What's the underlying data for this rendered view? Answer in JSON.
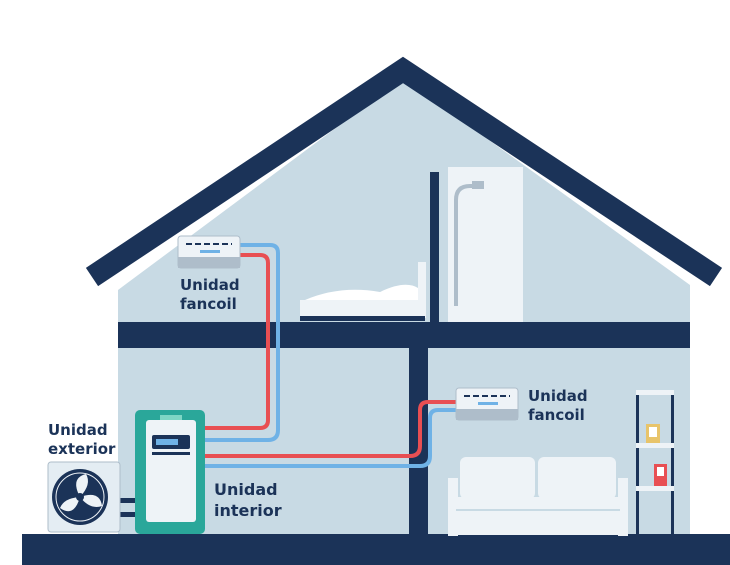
{
  "labels": {
    "fancoil_upper": {
      "line1": "Unidad",
      "line2": "fancoil"
    },
    "fancoil_lower": {
      "line1": "Unidad",
      "line2": "fancoil"
    },
    "exterior_unit": {
      "line1": "Unidad",
      "line2": "exterior"
    },
    "interior_unit": {
      "line1": "Unidad",
      "line2": "interior"
    }
  },
  "colors": {
    "structure": "#1b3358",
    "wall": "#c8dae4",
    "hot_pipe": "#e84f53",
    "cold_pipe": "#6fb2e6",
    "unit_body": "#eef3f7",
    "interior_unit_accent": "#2aa79a"
  },
  "icons": [
    "fan-icon",
    "shower-icon",
    "bed-icon",
    "sofa-icon",
    "shelf-icon"
  ]
}
